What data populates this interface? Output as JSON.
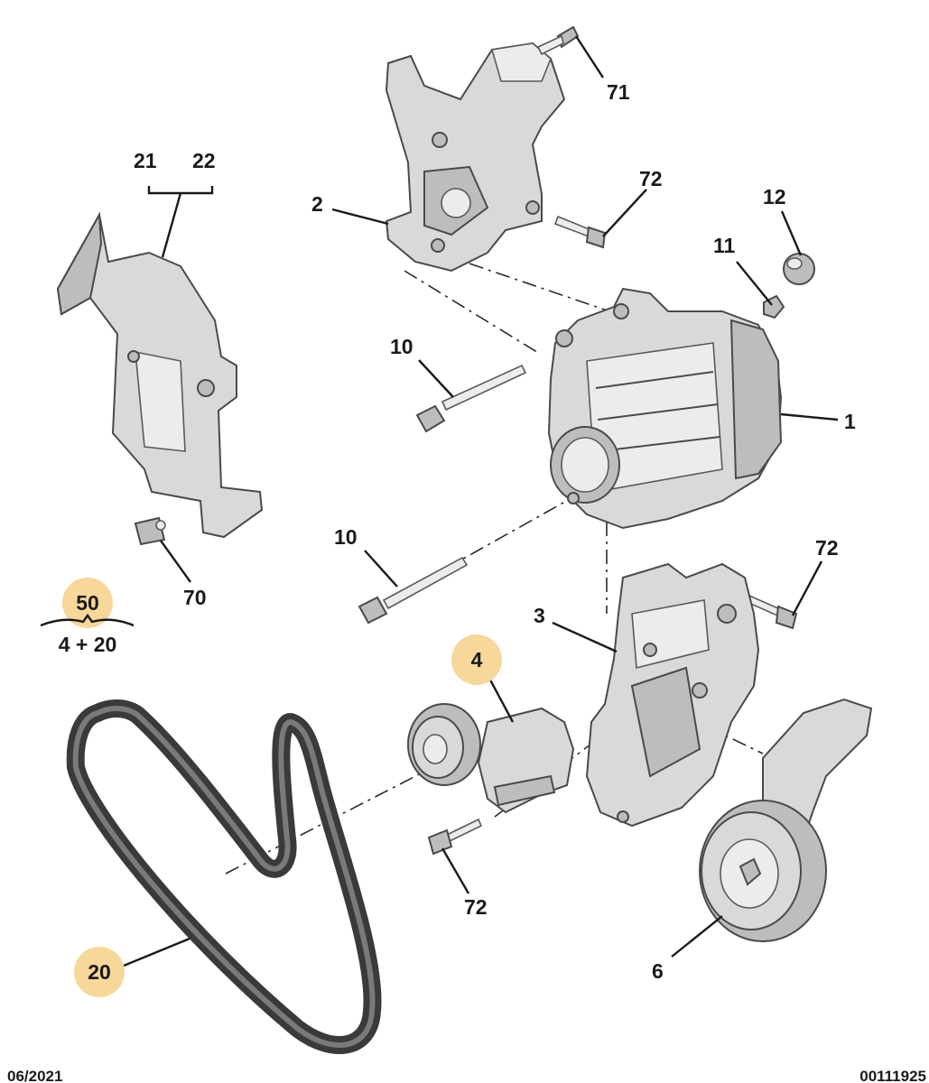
{
  "callouts": {
    "c71": "71",
    "c72a": "72",
    "c2": "2",
    "c12": "12",
    "c11": "11",
    "c21": "21",
    "c22": "22",
    "c10a": "10",
    "c1": "1",
    "c10b": "10",
    "c72b": "72",
    "c3": "3",
    "c70": "70",
    "c50": "50",
    "c4": "4",
    "c72c": "72",
    "c6": "6",
    "c20": "20"
  },
  "kit_formula": "4 + 20",
  "footer": {
    "date": "06/2021",
    "ref": "00111925"
  },
  "colors": {
    "highlight": "#f7d79a",
    "ink": "#1a1a1a",
    "part_fill": "#d9d9d9"
  }
}
